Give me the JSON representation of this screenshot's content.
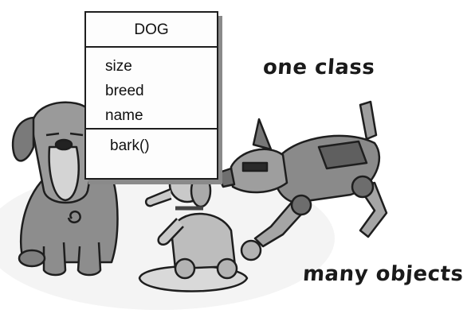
{
  "uml_class": {
    "name": "DOG",
    "attributes": [
      "size",
      "breed",
      "name"
    ],
    "methods": [
      "bark()"
    ]
  },
  "captions": {
    "one_class": "one class",
    "many_objects": "many objects"
  },
  "illustrations": [
    {
      "icon": "bloodhound-dog-icon",
      "description": "sad droopy dog"
    },
    {
      "icon": "poodle-dog-icon",
      "description": "poodle on cushion"
    },
    {
      "icon": "robot-dog-icon",
      "description": "robot dog"
    }
  ],
  "colors": {
    "line": "#1e1e1e",
    "fill_dark": "#8d8d8d",
    "fill_light": "#c9c9c9",
    "background": "#ffffff"
  }
}
